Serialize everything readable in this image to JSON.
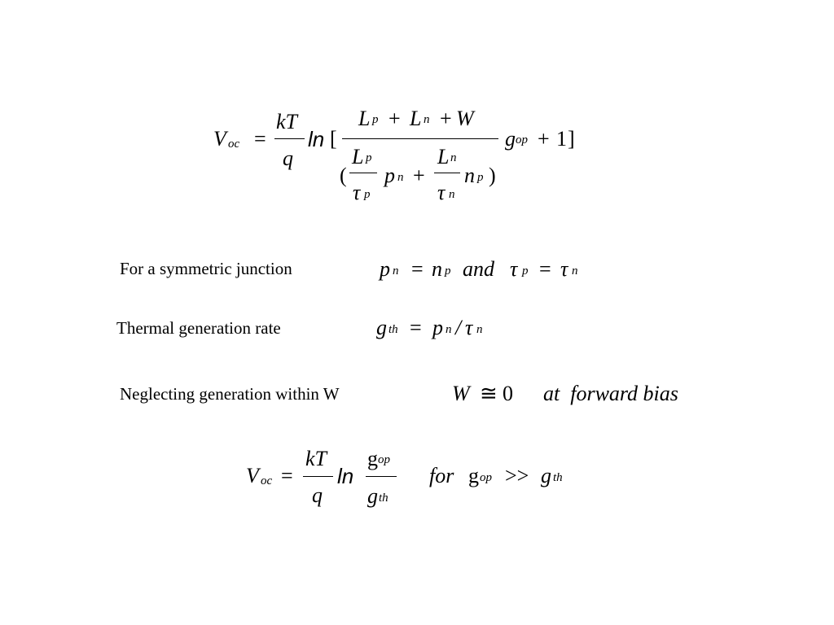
{
  "eq1": {
    "lhs": "V",
    "lhs_sub": "oc",
    "eq": "=",
    "kt": "kT",
    "q": "q",
    "ln": "ln",
    "lbracket": "[",
    "num_L1": "L",
    "num_L1_sub": "p",
    "plus1": "+",
    "num_L2": "L",
    "num_L2_sub": "n",
    "plus_w": "+",
    "num_W": "W",
    "den_open": "(",
    "den_Lp": "L",
    "den_Lp_sub": "p",
    "den_taup": "τ",
    "den_taup_sub": "p",
    "den_p": "p",
    "den_p_sub": "n",
    "den_plus": "+",
    "den_Ln": "L",
    "den_Ln_sub": "n",
    "den_taun": "τ",
    "den_taun_sub": "n",
    "den_n": "n",
    "den_n_sub": "p",
    "den_close": ")",
    "g": "g",
    "g_sub": "op",
    "plus_one": "+",
    "one": "1",
    "rbracket": "]"
  },
  "row1": {
    "label": "For a symmetric junction",
    "p": "p",
    "p_sub": "n",
    "eq": "=",
    "n": "n",
    "n_sub": "p",
    "and": "and",
    "tau1": "τ",
    "tau1_sub": "p",
    "eq2": "=",
    "tau2": "τ",
    "tau2_sub": "n"
  },
  "row2": {
    "label": "Thermal generation rate",
    "g": "g",
    "g_sub": "th",
    "eq": "=",
    "p": "p",
    "p_sub": "n",
    "slash": "/",
    "tau": "τ",
    "tau_sub": "n"
  },
  "row3": {
    "label": "Neglecting generation within W",
    "w": "W",
    "approx": "≅",
    "zero": "0",
    "text": "at  forward bias"
  },
  "eq2": {
    "lhs": "V",
    "lhs_sub": "oc",
    "eq": "=",
    "kt": "kT",
    "q": "q",
    "ln": "ln",
    "g_num": "g",
    "g_num_sub": "op",
    "g_den": "g",
    "g_den_sub": "th",
    "for": "for",
    "g_cond": "g",
    "g_cond_sub": "op",
    "gg": ">>",
    "g_th": "g",
    "g_th_sub": "th"
  }
}
